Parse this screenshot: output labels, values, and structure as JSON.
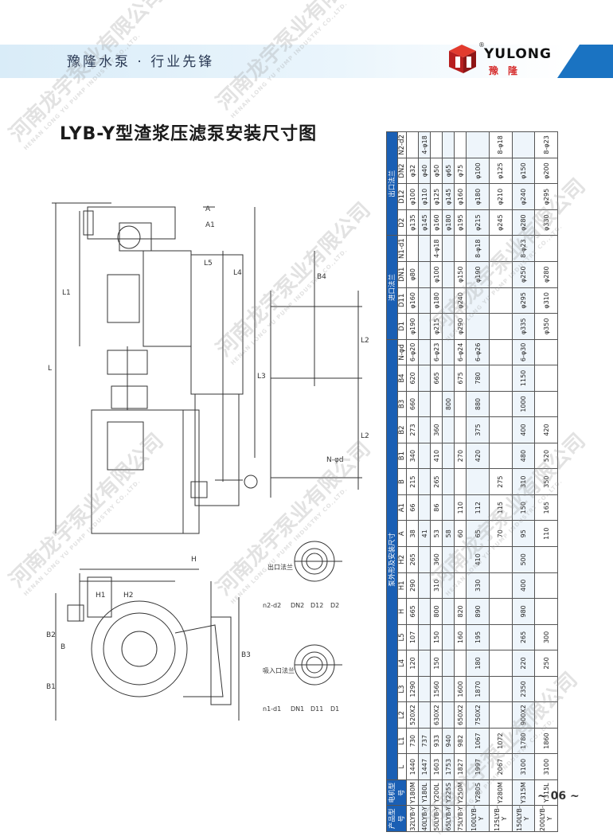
{
  "header": {
    "slogan": "豫隆水泵 · 行业先锋",
    "logo_text": "YULONG",
    "logo_cn": "豫隆",
    "reg_mark": "®"
  },
  "title": "LYB-Y型渣浆压滤泵安装尺寸图",
  "watermark": {
    "cn": "河南龙宇泵业有限公司",
    "en": "HENAN LONG YU PUMP INDUSTRY CO.,LTD."
  },
  "drawing_labels": {
    "dims": [
      "A",
      "A1",
      "L5",
      "L4",
      "L1",
      "L",
      "L3",
      "L2",
      "L2",
      "B4",
      "H",
      "H1",
      "H2",
      "B2",
      "B",
      "B1",
      "B3",
      "N-φd"
    ],
    "outlet_flange": "出口法兰",
    "inlet_flange": "吸入口法兰",
    "outlet_dims": [
      "n2-d2",
      "DN2",
      "D12",
      "D2"
    ],
    "inlet_dims": [
      "n1-d1",
      "DN1",
      "D11",
      "D1"
    ]
  },
  "table": {
    "head_product": "产品型号",
    "head_motor": "电机型号",
    "head_dims": "泵外形及安装尺寸",
    "head_inlet": "进口法兰",
    "head_outlet": "出口法兰",
    "dim_cols": [
      "L",
      "L1",
      "L2",
      "L3",
      "L4",
      "L5",
      "H",
      "H1",
      "H2",
      "A",
      "A1",
      "B",
      "B1",
      "B2",
      "B3",
      "B4",
      "N-φd"
    ],
    "inlet_cols": [
      "D1",
      "D11",
      "DN1",
      "N1-d1"
    ],
    "outlet_cols": [
      "D2",
      "D12",
      "DN2",
      "N2-d2"
    ],
    "rows": [
      {
        "model": "32LYB-Y",
        "motor": "Y180M",
        "L": "1440",
        "L1": "730",
        "L2": "520X2",
        "L3": "1290",
        "L4": "120",
        "L5": "107",
        "H": "665",
        "H1": "290",
        "H2": "265",
        "A": "38",
        "A1": "66",
        "B": "215",
        "B1": "340",
        "B2": "273",
        "B3": "660",
        "B4": "620",
        "Nd": "6-φ20",
        "D1": "φ190",
        "D11": "φ160",
        "DN1": "φ80",
        "N1d1": "",
        "D2": "φ135",
        "D12": "φ100",
        "DN2": "φ32",
        "N2d2": ""
      },
      {
        "model": "40LYB-Y",
        "motor": "Y180L",
        "L": "1447",
        "L1": "737",
        "L2": "",
        "L3": "",
        "L4": "",
        "L5": "",
        "H": "",
        "H1": "",
        "H2": "",
        "A": "41",
        "A1": "",
        "B": "",
        "B1": "",
        "B2": "",
        "B3": "",
        "B4": "",
        "Nd": "",
        "D1": "",
        "D11": "",
        "DN1": "",
        "N1d1": "",
        "D2": "φ145",
        "D12": "φ110",
        "DN2": "φ40",
        "N2d2": "4-φ18"
      },
      {
        "model": "50LYB-Y",
        "motor": "Y200L",
        "L": "1603",
        "L1": "933",
        "L2": "630X2",
        "L3": "1560",
        "L4": "150",
        "L5": "150",
        "H": "800",
        "H1": "310",
        "H2": "360",
        "A": "53",
        "A1": "86",
        "B": "265",
        "B1": "410",
        "B2": "360",
        "B3": "",
        "B4": "665",
        "Nd": "6-φ23",
        "D1": "φ215",
        "D11": "φ180",
        "DN1": "φ100",
        "N1d1": "4-φ18",
        "D2": "φ160",
        "D12": "φ125",
        "DN2": "φ50",
        "N2d2": ""
      },
      {
        "model": "65LYB-Y",
        "motor": "Y225S",
        "L": "1753",
        "L1": "940",
        "L2": "",
        "L3": "",
        "L4": "",
        "L5": "",
        "H": "",
        "H1": "",
        "H2": "",
        "A": "58",
        "A1": "",
        "B": "",
        "B1": "",
        "B2": "",
        "B3": "800",
        "B4": "",
        "Nd": "",
        "D1": "",
        "D11": "",
        "DN1": "",
        "N1d1": "",
        "D2": "φ180",
        "D12": "φ145",
        "DN2": "φ65",
        "N2d2": ""
      },
      {
        "model": "75LYB-Y",
        "motor": "Y250M",
        "L": "1827",
        "L1": "982",
        "L2": "650X2",
        "L3": "1600",
        "L4": "",
        "L5": "160",
        "H": "820",
        "H1": "",
        "H2": "",
        "A": "60",
        "A1": "110",
        "B": "",
        "B1": "270",
        "B2": "",
        "B3": "",
        "B4": "675",
        "Nd": "6-φ24",
        "D1": "φ290",
        "D11": "φ240",
        "DN1": "φ150",
        "N1d1": "",
        "D2": "φ195",
        "D12": "φ160",
        "DN2": "φ75",
        "N2d2": ""
      },
      {
        "model": "100LYB-Y",
        "motor": "Y280S",
        "L": "1997",
        "L1": "1067",
        "L2": "750X2",
        "L3": "1870",
        "L4": "180",
        "L5": "195",
        "H": "890",
        "H1": "330",
        "H2": "410",
        "A": "65",
        "A1": "112",
        "B": "",
        "B1": "420",
        "B2": "375",
        "B3": "880",
        "B4": "780",
        "Nd": "6-φ26",
        "D1": "",
        "D11": "",
        "DN1": "φ190",
        "N1d1": "8-φ18",
        "D2": "φ215",
        "D12": "φ180",
        "DN2": "φ100",
        "N2d2": ""
      },
      {
        "model": "125LYB-Y",
        "motor": "Y280M",
        "L": "2067",
        "L1": "1072",
        "L2": "",
        "L3": "",
        "L4": "",
        "L5": "",
        "H": "",
        "H1": "",
        "H2": "",
        "A": "70",
        "A1": "115",
        "B": "275",
        "B1": "",
        "B2": "",
        "B3": "",
        "B4": "",
        "Nd": "",
        "D1": "",
        "D11": "",
        "DN1": "",
        "N1d1": "",
        "D2": "φ245",
        "D12": "φ210",
        "DN2": "φ125",
        "N2d2": "8-φ18"
      },
      {
        "model": "150LYB-Y",
        "motor": "Y315M",
        "L": "3100",
        "L1": "1780",
        "L2": "900X2",
        "L3": "2350",
        "L4": "220",
        "L5": "265",
        "H": "980",
        "H1": "400",
        "H2": "500",
        "A": "95",
        "A1": "150",
        "B": "310",
        "B1": "480",
        "B2": "400",
        "B3": "1000",
        "B4": "1150",
        "Nd": "6-φ30",
        "D1": "φ335",
        "D11": "φ295",
        "DN1": "φ250",
        "N1d1": "8-φ23",
        "D2": "φ280",
        "D12": "φ240",
        "DN2": "φ150",
        "N2d2": ""
      },
      {
        "model": "200LYB-Y",
        "motor": "Y315L",
        "L": "3100",
        "L1": "1860",
        "L2": "",
        "L3": "",
        "L4": "250",
        "L5": "300",
        "H": "",
        "H1": "",
        "H2": "",
        "A": "110",
        "A1": "165",
        "B": "350",
        "B1": "520",
        "B2": "420",
        "B3": "",
        "B4": "",
        "Nd": "",
        "D1": "φ350",
        "D11": "φ310",
        "DN1": "φ280",
        "N1d1": "",
        "D2": "φ330",
        "D12": "φ295",
        "DN2": "φ200",
        "N2d2": "8-φ23"
      }
    ]
  },
  "page_number": "~ 06 ~"
}
